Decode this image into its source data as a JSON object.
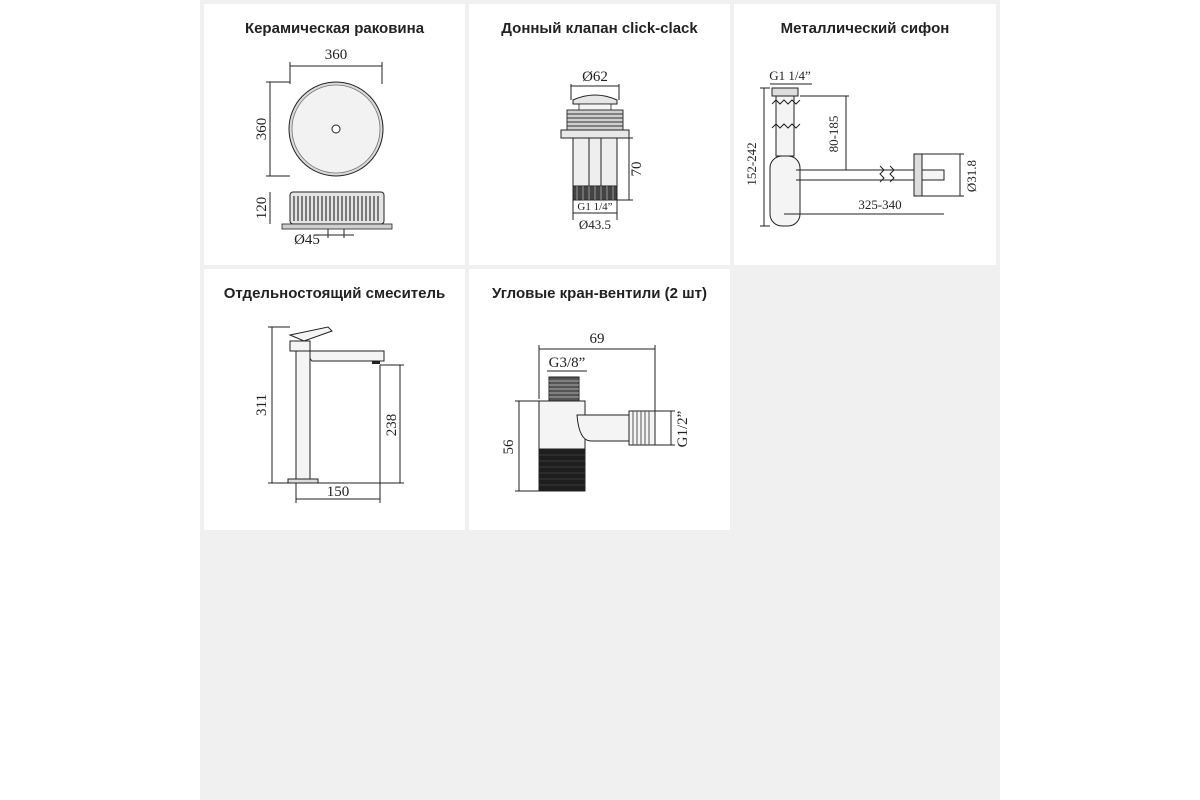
{
  "cards": [
    {
      "title": "Керамическая раковина",
      "dims": {
        "width": "360",
        "height": "360",
        "depth": "120",
        "drain": "Ø45"
      }
    },
    {
      "title": "Донный клапан click-clack",
      "dims": {
        "top_dia": "Ø62",
        "height": "70",
        "thread": "G1 1/4”",
        "bottom_dia": "Ø43.5"
      }
    },
    {
      "title": "Металлический сифон",
      "dims": {
        "thread": "G1 1/4”",
        "total": "152-242",
        "offset": "80-185",
        "length": "325-340",
        "pipe_dia": "Ø31.8"
      }
    },
    {
      "title": "Отдельностоящий смеситель",
      "dims": {
        "height": "311",
        "spout_height": "238",
        "reach": "150"
      }
    },
    {
      "title": "Угловые кран-вентили (2 шт)",
      "dims": {
        "length": "69",
        "in_thread": "G3/8”",
        "height": "56",
        "out_thread": "G1/2”"
      }
    }
  ],
  "colors": {
    "background": "#f0f0f0",
    "card": "#ffffff",
    "ink": "#222222"
  }
}
